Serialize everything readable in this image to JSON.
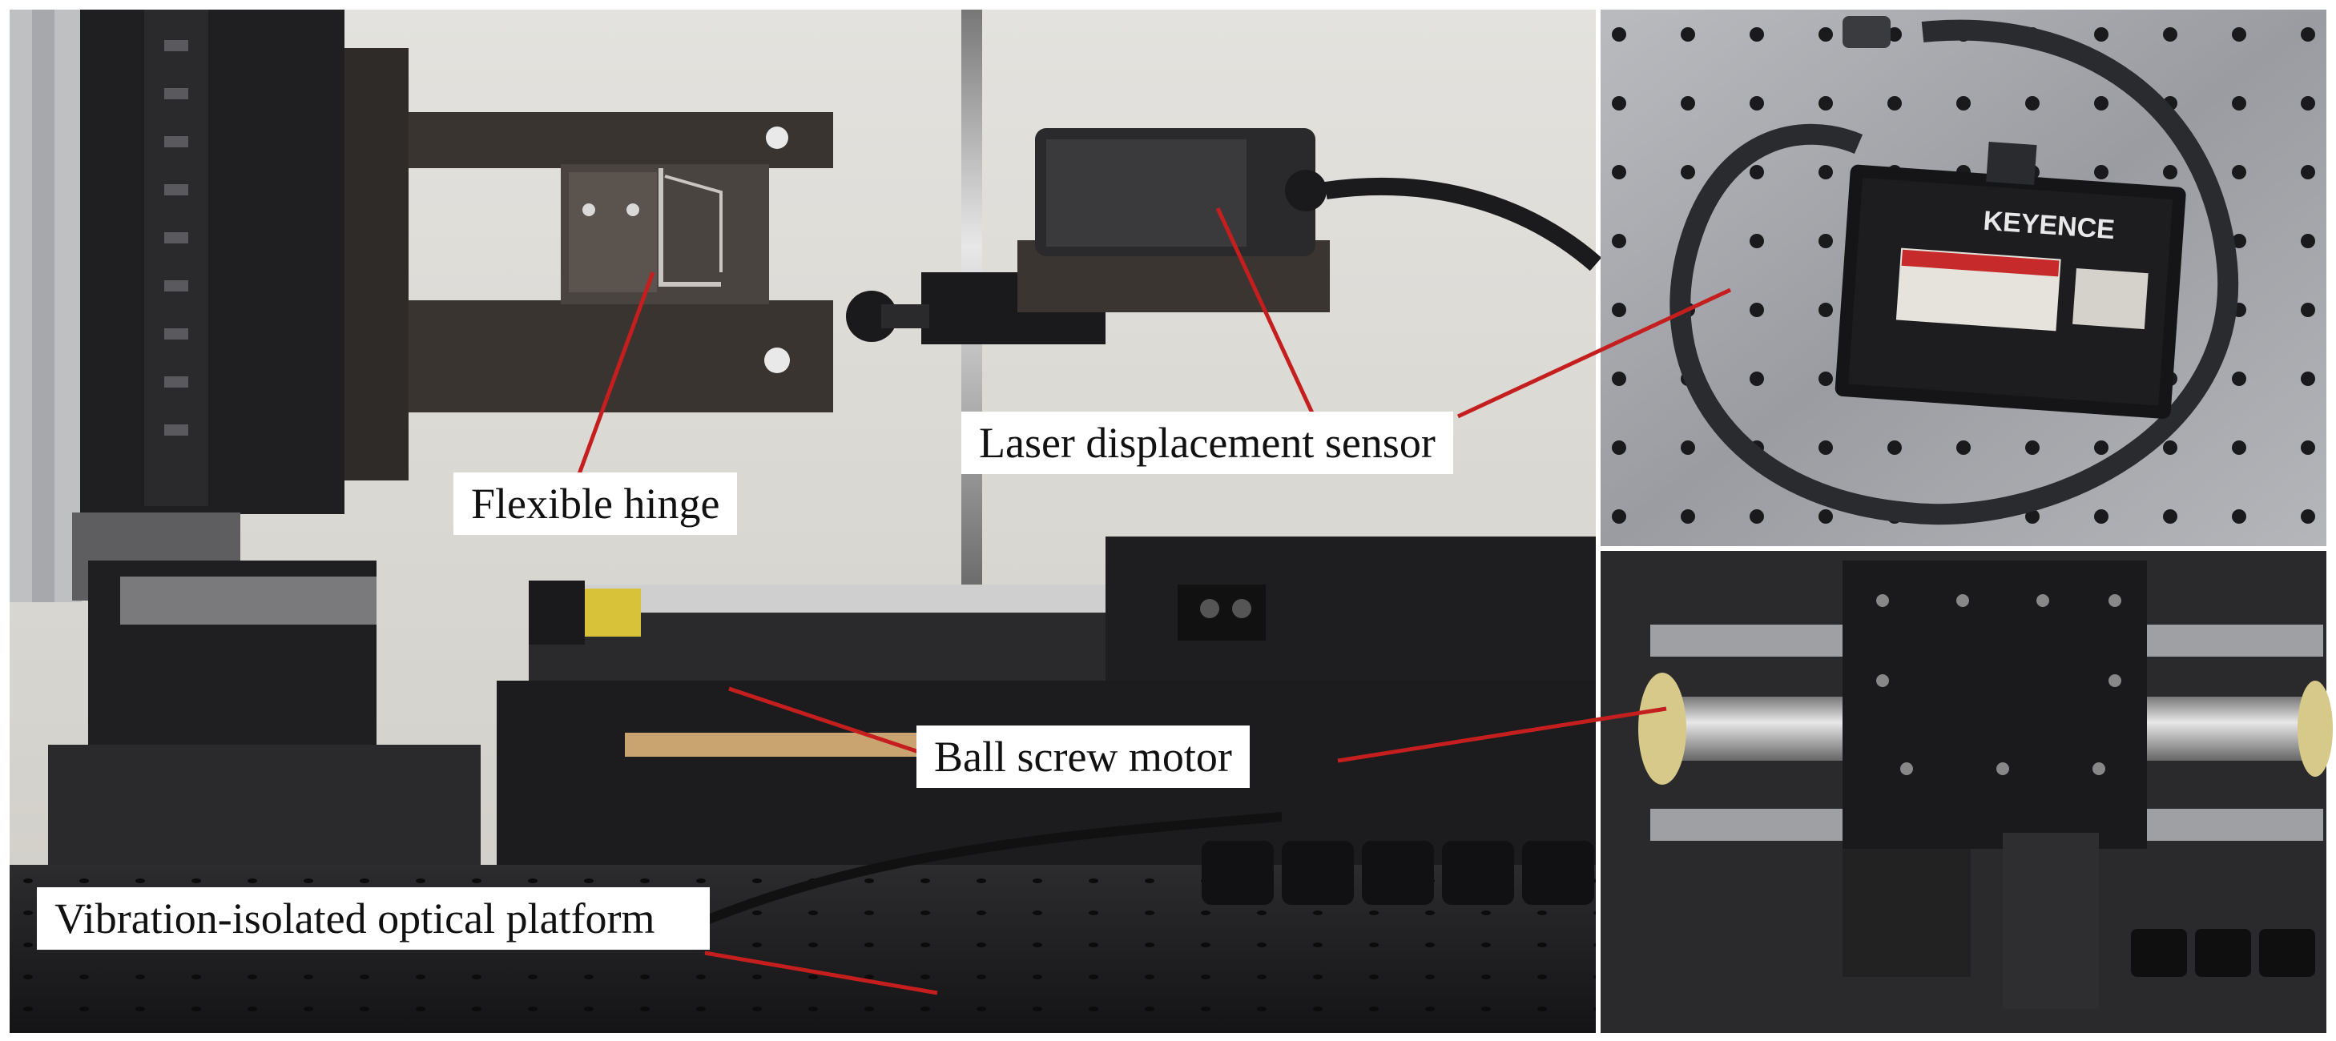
{
  "labels": {
    "flexible_hinge": "Flexible hinge",
    "laser_sensor": "Laser displacement sensor",
    "ball_screw_motor": "Ball screw motor",
    "optical_platform": "Vibration-isolated optical platform"
  },
  "sensor_brand": "KEYENCE",
  "colors": {
    "leader_line": "#c41e1e",
    "metal_dark": "#1c1c1e",
    "wall": "#d9d8d3",
    "aluminum": "#a9abaf"
  }
}
